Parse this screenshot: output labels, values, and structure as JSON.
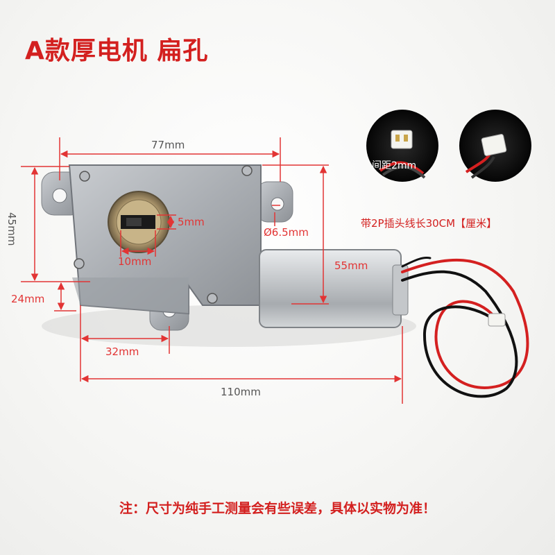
{
  "title": "A款厚电机 扁孔",
  "dimensions": {
    "width_top": "77mm",
    "height_left": "45mm",
    "slot_height": "5mm",
    "slot_width": "10mm",
    "hole_diameter": "Ø6.5mm",
    "motor_height": "55mm",
    "step_height": "24mm",
    "offset_width": "32mm",
    "total_length": "110mm"
  },
  "connector": {
    "pitch_label": "间距2mm",
    "caption": "带2P插头线长30CM【厘米】"
  },
  "note": "注：尺寸为纯手工测量会有些误差，具体以实物为准！",
  "colors": {
    "title_red": "#d3201f",
    "dimension_red": "#e23434",
    "wire_red": "#d42020",
    "wire_black": "#111111"
  }
}
